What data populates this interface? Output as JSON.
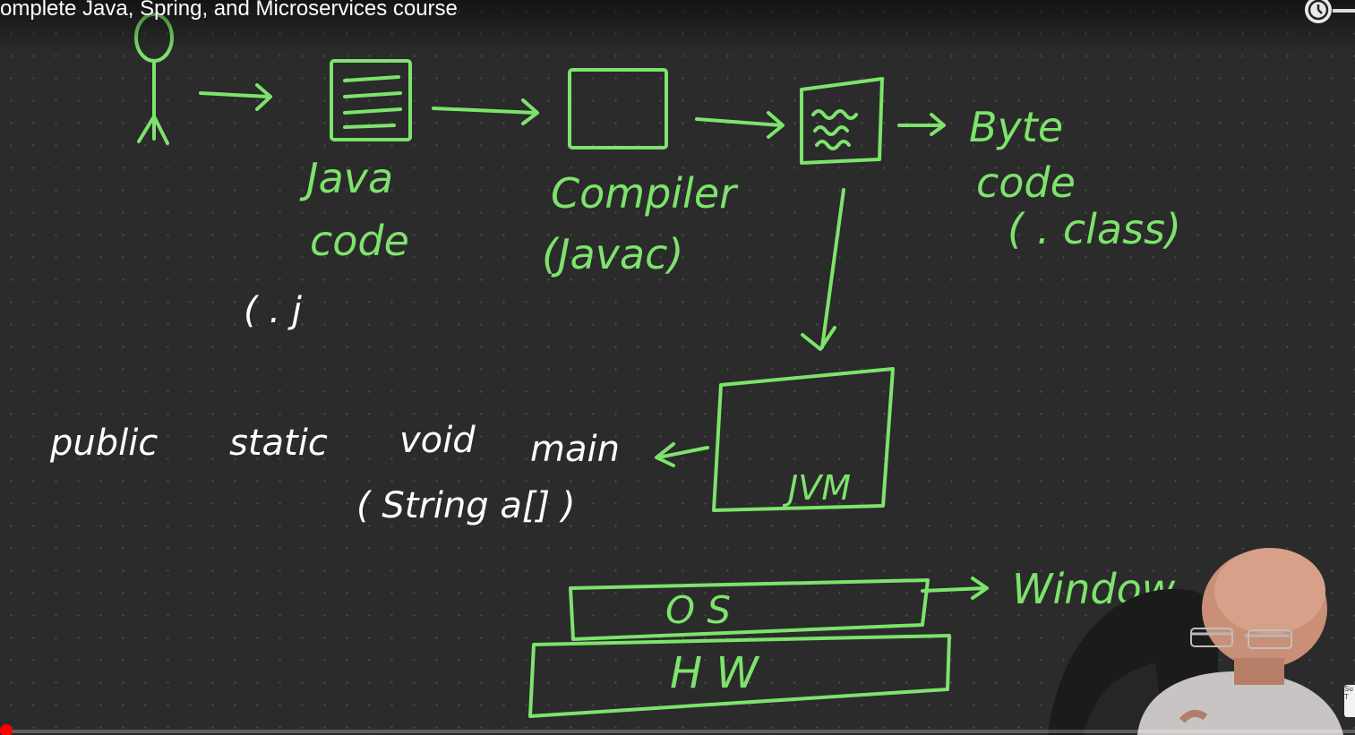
{
  "video": {
    "title": "omplete Java, Spring, and Microservices course",
    "watch_later_icon": "clock-icon",
    "progress_fraction": 0.004
  },
  "board": {
    "java_code": [
      "Java",
      "code"
    ],
    "java_ext": "( . j",
    "compiler": [
      "Compiler",
      "(Javac)"
    ],
    "byte_code": [
      "Byte",
      "code",
      "( . class)"
    ],
    "jvm": "JVM",
    "main_sig": [
      "public",
      "static",
      "void",
      "main"
    ],
    "main_args": "( String  a[] )",
    "os": "O S",
    "hw": "H W",
    "windows": "Window"
  },
  "badge": {
    "text": "Su T"
  },
  "colors": {
    "ink_green": "#7de36c",
    "ink_white": "#ffffff",
    "board_bg": "#2b2b2b",
    "progress": "#ff0000"
  }
}
